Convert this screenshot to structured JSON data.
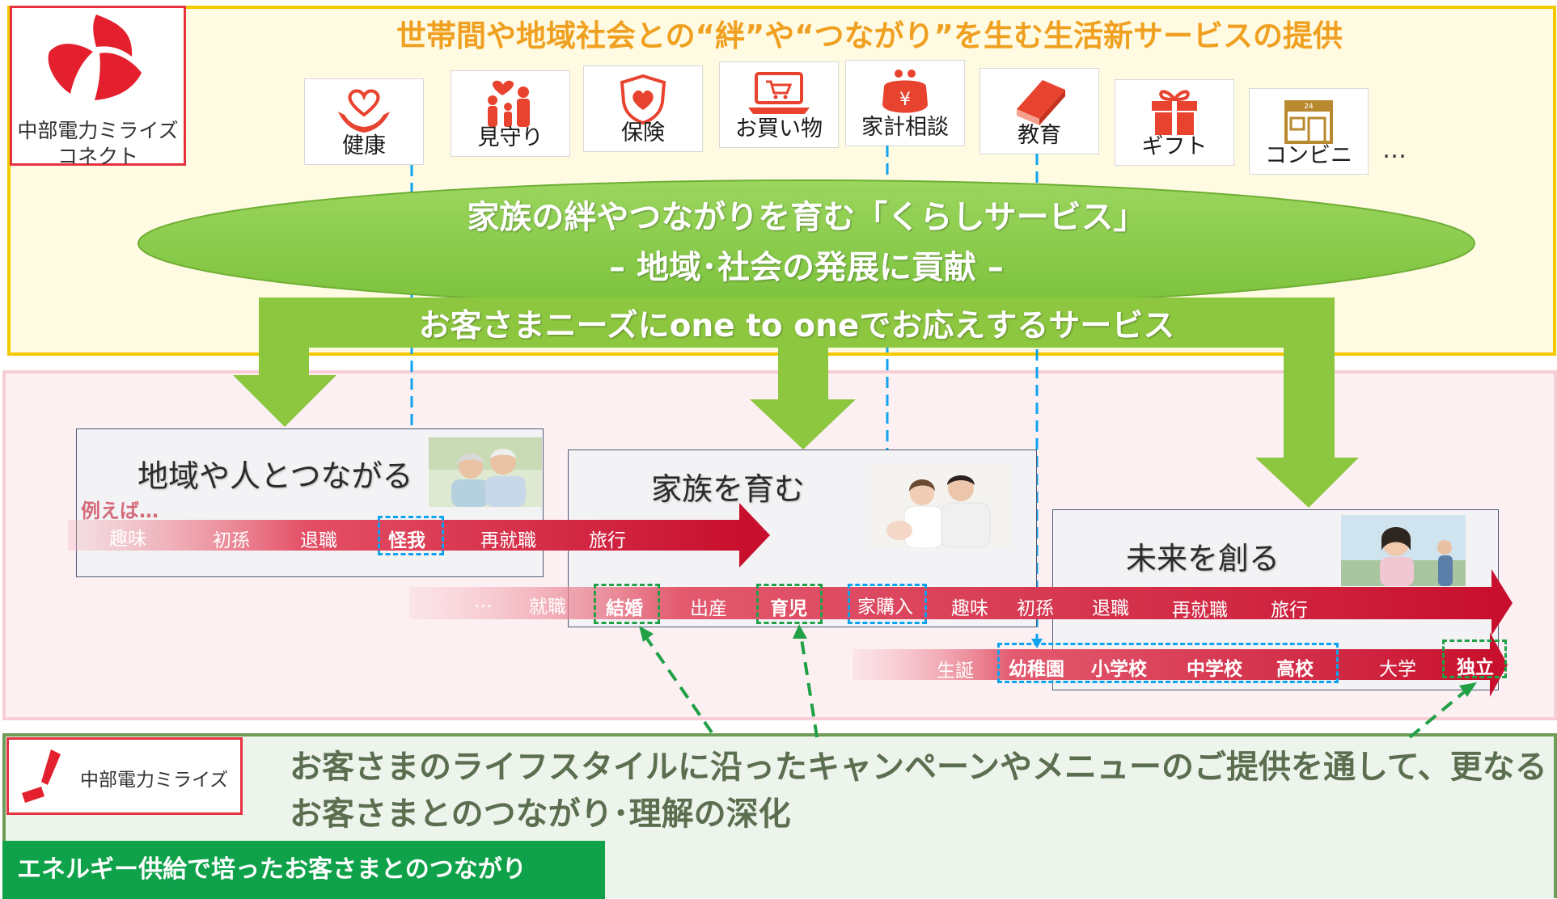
{
  "header": {
    "title": "世帯間や地域社会との“絆”や“つながり”を生む生活新サービスの提供",
    "connect_logo": {
      "line1": "中部電力ミライズ",
      "line2": "コネクト"
    }
  },
  "services": [
    {
      "label": "健康",
      "icon": "heart-hands-icon"
    },
    {
      "label": "見守り",
      "icon": "family-heart-icon"
    },
    {
      "label": "保険",
      "icon": "shield-heart-icon"
    },
    {
      "label": "お買い物",
      "icon": "laptop-cart-icon"
    },
    {
      "label": "家計相談",
      "icon": "yen-purse-icon"
    },
    {
      "label": "教育",
      "icon": "book-icon"
    },
    {
      "label": "ギフト",
      "icon": "gift-icon"
    },
    {
      "label": "コンビニ",
      "icon": "store-icon"
    }
  ],
  "services_more": "…",
  "ellipse": {
    "line1": "家族の絆やつながりを育む「くらしサービス」",
    "line2": "– 地域･社会の発展に貢献 –"
  },
  "band_text": "お客さまニーズにone to oneでお応えするサービス",
  "stages": {
    "community": {
      "title": "地域や人とつながる",
      "example": "例えば…"
    },
    "family": {
      "title": "家族を育む"
    },
    "future": {
      "title": "未来を創る"
    }
  },
  "timeline1": [
    "趣味",
    "初孫",
    "退職",
    "怪我",
    "再就職",
    "旅行"
  ],
  "timeline2": [
    "…",
    "就職",
    "結婚",
    "出産",
    "育児",
    "家購入",
    "趣味",
    "初孫",
    "退職",
    "再就職",
    "旅行"
  ],
  "timeline3": [
    "生誕",
    "幼稚園",
    "小学校",
    "中学校",
    "高校",
    "大学",
    "独立"
  ],
  "bottom": {
    "mirai_logo": "中部電力ミライズ",
    "message_line1": "お客さまのライフスタイルに沿ったキャンペーンやメニューのご提供を通して、更なる",
    "message_line2": "お客さまとのつながり･理解の深化",
    "band": "エネルギー供給で培ったお客さまとのつながり"
  },
  "colors": {
    "top_border": "#f5c900",
    "title_orange": "#f0a020",
    "green_ellipse": "#8fd14f",
    "green_arrow": "#8dc63f",
    "red_arrow": "#c8102e",
    "blue_dash": "#0ea3ef",
    "green_dash": "#22a046",
    "bottom_band": "#0fa24a"
  }
}
